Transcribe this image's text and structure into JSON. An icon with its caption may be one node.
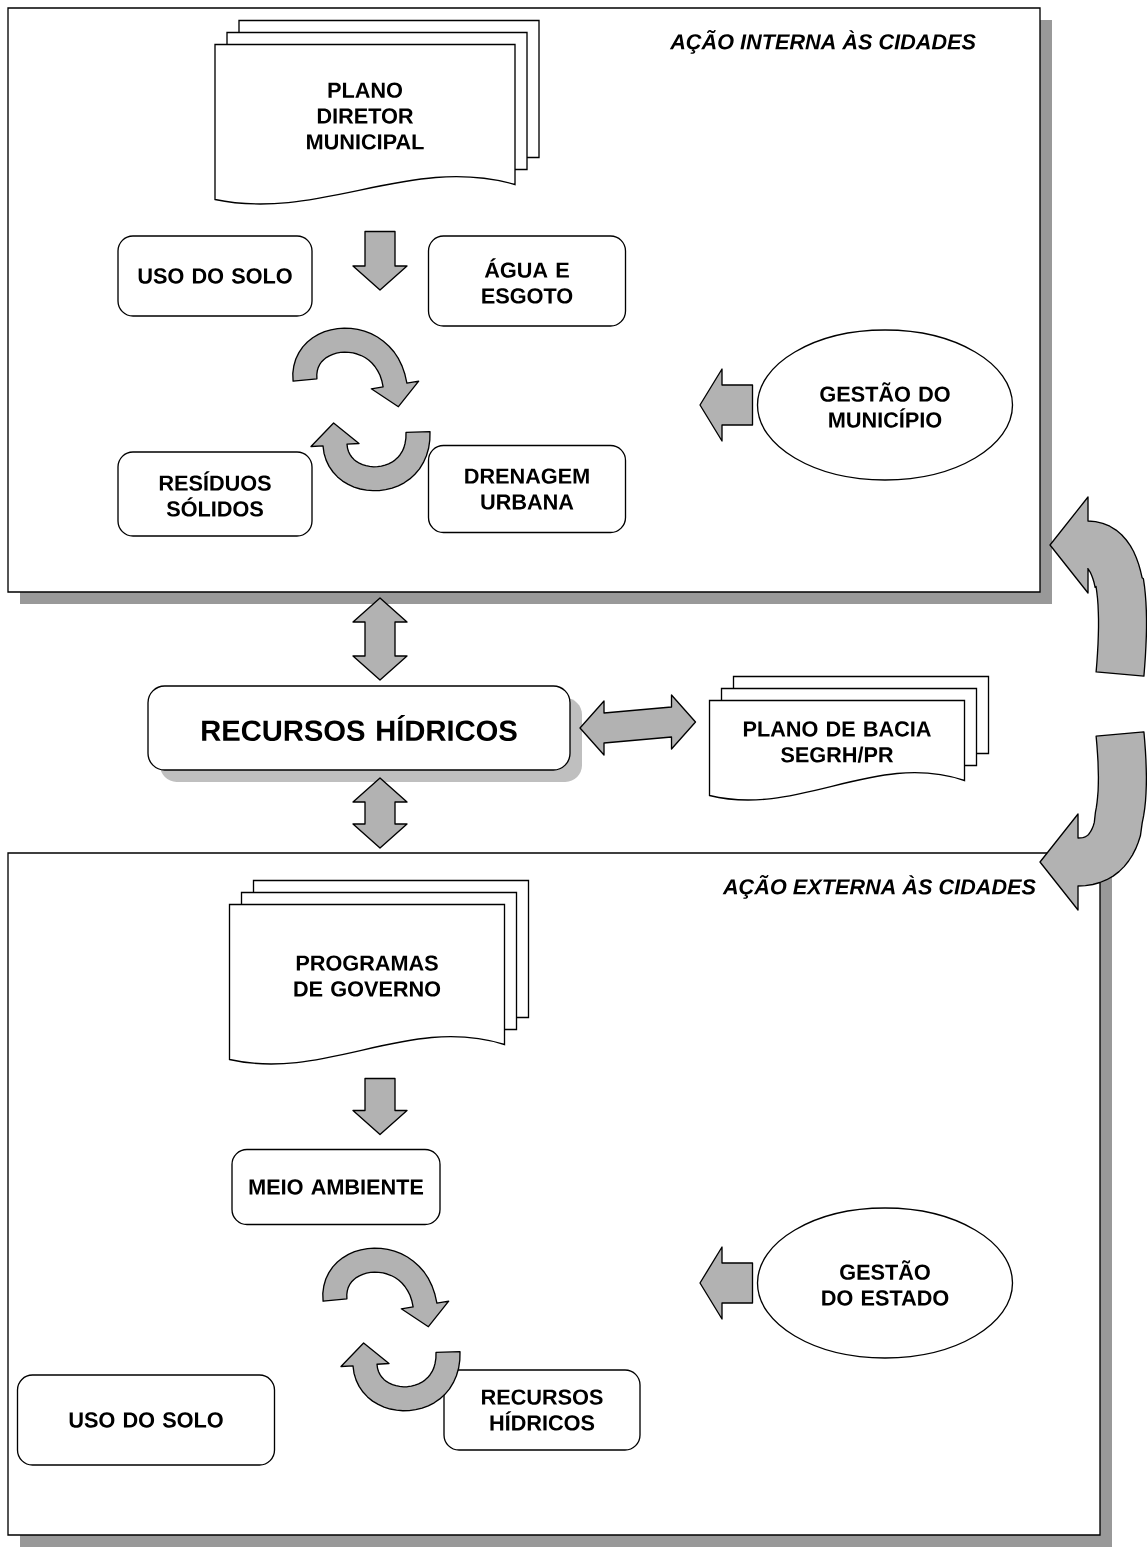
{
  "diagram": {
    "nodes": [
      {
        "text": [
          "AÇÃO INTERNA ÀS CIDADES"
        ]
      },
      {
        "text": [
          "PLANO DIRETOR MUNICIPAL"
        ],
        "in": 0
      },
      {
        "text": [
          "USO DO SOLO"
        ],
        "in": 0
      },
      {
        "text": [
          "ÁGUA E ESGOTO"
        ],
        "in": 0
      },
      {
        "text": [
          "RESÍDUOS SÓLIDOS"
        ],
        "in": 0
      },
      {
        "text": [
          "DRENAGEM URBANA"
        ],
        "in": 0
      },
      {
        "text": [
          "GESTÃO DO MUNICÍPIO"
        ],
        "in": 0
      },
      {
        "text": [
          "RECURSOS HÍDRICOS"
        ]
      },
      {
        "text": [
          "PLANO DE BACIA SEGRH/PR"
        ]
      },
      {
        "text": [
          "AÇÃO EXTERNA ÀS CIDADES"
        ]
      },
      {
        "text": [
          "PROGRAMAS DE GOVERNO"
        ],
        "in": 9
      },
      {
        "text": [
          "MEIO AMBIENTE"
        ],
        "in": 9
      },
      {
        "text": [
          "GESTÃO DO ESTADO"
        ],
        "in": 9
      },
      {
        "text": [
          "USO DO SOLO"
        ],
        "in": 9
      },
      {
        "text": [
          "RECURSOS HÍDRICOS"
        ],
        "in": 9
      }
    ],
    "edges": [
      {
        "from": 1,
        "to": null,
        "arrow": "to"
      },
      {
        "from": 6,
        "to": null,
        "arrow": "to"
      },
      {
        "from": 0,
        "to": 7,
        "arrow": "both"
      },
      {
        "from": 7,
        "to": 8,
        "arrow": "both"
      },
      {
        "from": 7,
        "to": 9,
        "arrow": "both"
      },
      {
        "from": 8,
        "to": 0,
        "arrow": "to"
      },
      {
        "from": 8,
        "to": 9,
        "arrow": "to"
      },
      {
        "from": 10,
        "to": 11,
        "arrow": "to"
      },
      {
        "from": 12,
        "to": null,
        "arrow": "to"
      }
    ]
  }
}
